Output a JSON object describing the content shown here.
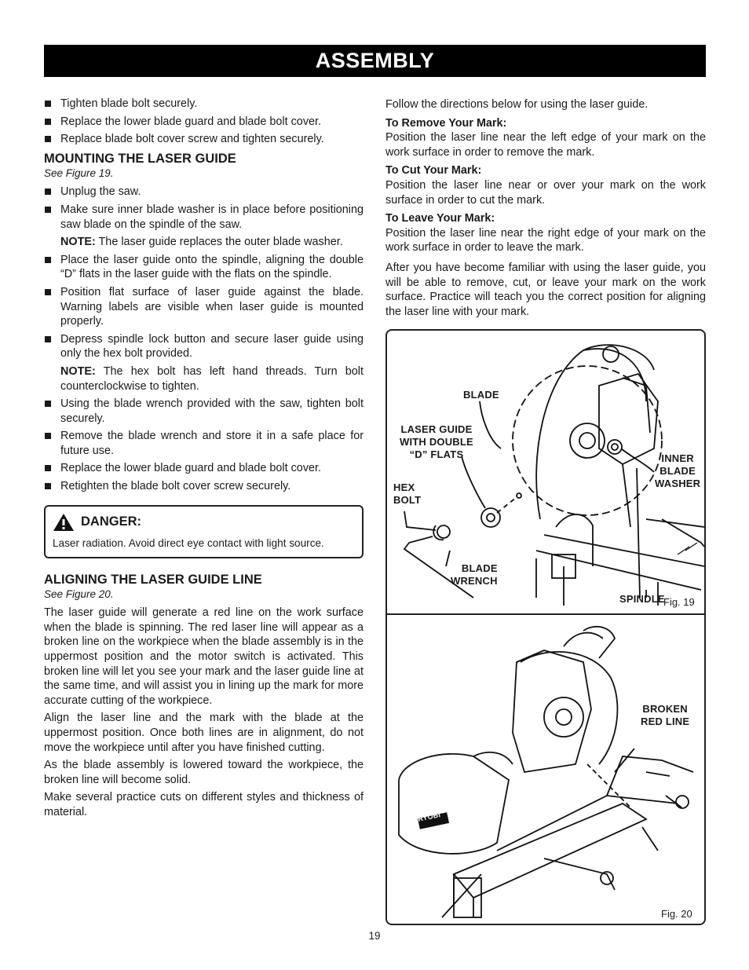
{
  "header": {
    "title": "ASSEMBLY"
  },
  "left": {
    "top_bullets": [
      "Tighten blade bolt securely.",
      "Replace the lower blade guard and blade bolt cover.",
      "Replace blade bolt cover screw and tighten securely."
    ],
    "mounting": {
      "heading": "MOUNTING THE LASER GUIDE",
      "see": "See Figure 19.",
      "b1": "Unplug the saw.",
      "b2": "Make sure inner blade washer is in place before positioning saw blade on the spindle of the saw.",
      "note1_label": "NOTE:",
      "note1_text": " The laser guide replaces the outer blade washer.",
      "b3": "Place the laser guide onto the spindle, aligning the double “D” flats in the laser guide with the flats on the spindle.",
      "b4": "Position flat surface of laser guide against the blade. Warning labels are visible when laser guide is mounted properly.",
      "b5": "Depress spindle lock button and secure laser guide using only the hex bolt provided.",
      "note2_label": "NOTE:",
      "note2_text": " The hex bolt has left hand threads. Turn bolt counterclockwise to tighten.",
      "b6": "Using the blade wrench provided with the saw, tighten bolt securely.",
      "b7": "Remove the blade wrench and store it in a safe place for future use.",
      "b8": "Replace the lower blade guard and blade bolt cover.",
      "b9": "Retighten the blade bolt cover screw securely."
    },
    "danger": {
      "title": "DANGER:",
      "body": "Laser radiation. Avoid direct eye contact with light source."
    },
    "aligning": {
      "heading": "ALIGNING THE LASER GUIDE LINE",
      "see": "See Figure 20.",
      "p1": "The laser guide will generate a red line on the work surface when the blade is spinning. The red laser line will appear as a broken line on the workpiece when the blade assembly is in the uppermost position and the motor switch is activated. This broken line will let you see your mark and the laser guide line at the same time, and will assist you in lining up the mark for more accurate cutting of the workpiece.",
      "p2": "Align the laser line and the mark with the blade at the uppermost position. Once both lines are in alignment, do not move the workpiece until after you have finished cutting.",
      "p3": "As the blade assembly is lowered toward the workpiece, the broken line will become solid.",
      "p4": "Make several practice cuts on different styles and thickness of material."
    }
  },
  "right": {
    "intro": "Follow the directions below for using the laser guide.",
    "remove_title": "To Remove Your Mark:",
    "remove_text": "Position the laser line near the left edge of your mark on the work surface in order to remove the mark.",
    "cut_title": "To Cut Your Mark:",
    "cut_text": "Position the laser line near or over your mark on the work surface in order to cut the mark.",
    "leave_title": "To Leave Your Mark:",
    "leave_text": "Position the laser line near the right edge of your mark on the work surface in order to leave the mark.",
    "after": "After you have become familiar with using the laser guide, you will be able to remove, cut, or leave your mark on the work surface. Practice will teach you the correct position for aligning the laser line with your mark."
  },
  "fig19": {
    "caption": "Fig. 19",
    "blade": "BLADE",
    "laser_guide": "LASER GUIDE\nWITH DOUBLE\n“D” FLATS",
    "hex_bolt": "HEX\nBOLT",
    "inner_washer": "INNER\nBLADE\nWASHER",
    "blade_wrench": "BLADE\nWRENCH",
    "spindle": "SPINDLE"
  },
  "fig20": {
    "caption": "Fig. 20",
    "broken_line": "BROKEN\nRED LINE",
    "brand": "RYOBI"
  },
  "page_number": "19"
}
